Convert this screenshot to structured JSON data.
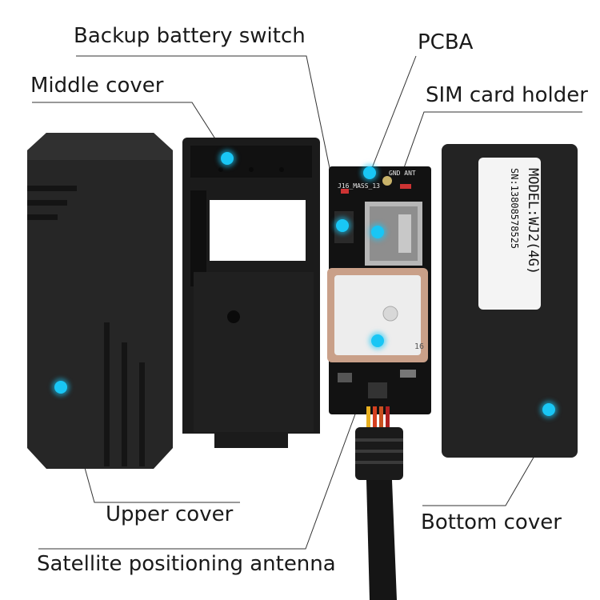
{
  "labels": {
    "backup_battery_switch": "Backup battery switch",
    "pcba": "PCBA",
    "middle_cover": "Middle cover",
    "sim_card_holder": "SIM card holder",
    "upper_cover": "Upper cover",
    "bottom_cover": "Bottom cover",
    "satellite_antenna": "Satellite positioning antenna"
  },
  "sticker": {
    "model": "MODEL:WJ2(4G)",
    "sn": "SN:13808578525"
  },
  "pcb": {
    "silk_top": "GND  ANT",
    "silk_side": "J16_MASS_13",
    "antenna_mark": "16"
  },
  "colors": {
    "marker": "#19c6f5",
    "cover": "#262626",
    "antenna_patch": "#c9a089"
  }
}
